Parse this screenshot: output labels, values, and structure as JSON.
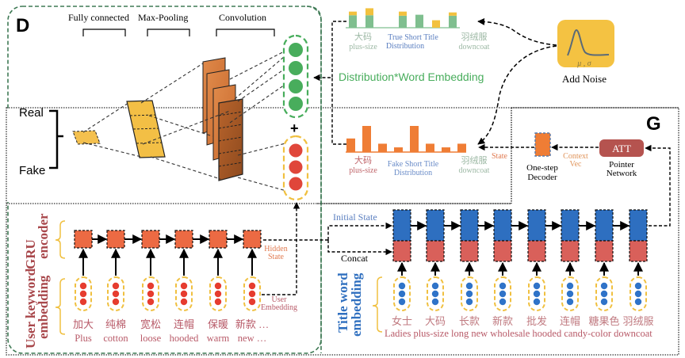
{
  "diagram": {
    "discriminator_label": "D",
    "generator_label": "G",
    "cnn_labels": {
      "fully_connected": "Fully connected",
      "max_pooling": "Max-Pooling",
      "convolution": "Convolution"
    },
    "output_labels": {
      "real": "Real",
      "fake": "Fake"
    },
    "plus_sign": "+",
    "distribution_embedding_label": "Distribution*Word Embedding",
    "true_distribution": {
      "title_line1": "True Short Title",
      "title_line2": "Distribution",
      "left_word_cn": "大码",
      "left_word_en": "plus-size",
      "right_word_cn": "羽绒服",
      "right_word_en": "downcoat",
      "bars_green": [
        0.75,
        0.75,
        0,
        0.72,
        0.78,
        0,
        0.72
      ],
      "bars_yellow": [
        0.22,
        0.42,
        0,
        0.25,
        0,
        0.45,
        0.2
      ],
      "colors": {
        "green": "#7fbf8f",
        "yellow": "#f2c13e"
      }
    },
    "fake_distribution": {
      "title_line1": "Fake Short Title",
      "title_line2": "Distribution",
      "left_word_cn": "大码",
      "left_word_en": "plus-size",
      "right_word_cn": "羽绒服",
      "right_word_en": "downcoat",
      "bars": [
        0.52,
        1.0,
        0.32,
        0.18,
        1.0,
        0.32,
        0.18,
        0.32
      ],
      "color": "#ef7d35"
    },
    "noise": {
      "label": "Add Noise",
      "params": "μ , σ",
      "color": "#f4c242"
    },
    "decoder": {
      "state_label": "State",
      "one_step_line1": "One-step",
      "one_step_line2": "Decoder",
      "context_line1": "Context",
      "context_line2": "Vec",
      "att_label": "ATT",
      "pointer_line1": "Pointer",
      "pointer_line2": "Network"
    },
    "encoder": {
      "gru_line1": "GRU",
      "gru_line2": "encoder",
      "embedding_line1": "User keyword",
      "embedding_line2": "embedding",
      "hidden_line1": "Hidden",
      "hidden_line2": "State",
      "user_emb_line1": "User",
      "user_emb_line2": "Embedding",
      "keywords_cn": [
        "加大",
        "纯棉",
        "宽松",
        "连帽",
        "保暖",
        "新款 …"
      ],
      "keywords_en": [
        "Plus",
        "cotton",
        "loose",
        "hooded",
        "warm",
        "new …"
      ]
    },
    "title_encoder": {
      "initial_state": "Initial State",
      "concat": "Concat",
      "embedding_line1": "Title word",
      "embedding_line2": "embedding",
      "words_cn": [
        "女士",
        "大码",
        "长款",
        "新款",
        "批发",
        "连帽",
        "糖果色",
        "羽绒服"
      ],
      "words_en_line": "Ladies plus-size long new wholesale hooded candy-color downcoat"
    },
    "colors": {
      "gru_cell": "#ec6a43",
      "title_blue": "#2e6fc0",
      "title_red": "#d9605a",
      "embed_border": "#f0c040",
      "red_dot": "#e63c2f",
      "blue_dot": "#2f73c8",
      "green_dot": "#48ad5c",
      "att": "#b5534f",
      "label_red": "#a8474b",
      "label_blue": "#2f6fbf",
      "dark_green_border": "#3f7a55"
    }
  }
}
